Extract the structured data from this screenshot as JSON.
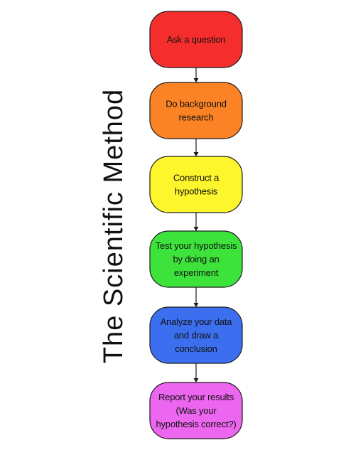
{
  "title": "The Scientific Method",
  "steps": [
    {
      "lines": [
        "Ask a question"
      ],
      "color": "#f52d2d"
    },
    {
      "lines": [
        "Do background",
        "research"
      ],
      "color": "#fb8325"
    },
    {
      "lines": [
        "Construct a",
        "hypothesis"
      ],
      "color": "#fdf62c"
    },
    {
      "lines": [
        "Test your hypothesis",
        "by doing an",
        "experiment"
      ],
      "color": "#3de33b"
    },
    {
      "lines": [
        "Analyze your data",
        "and draw a",
        "conclusion"
      ],
      "color": "#3c6fef"
    },
    {
      "lines": [
        "Report your results",
        "(Was your",
        "hypothesis correct?)"
      ],
      "color": "#ec66ef"
    }
  ]
}
